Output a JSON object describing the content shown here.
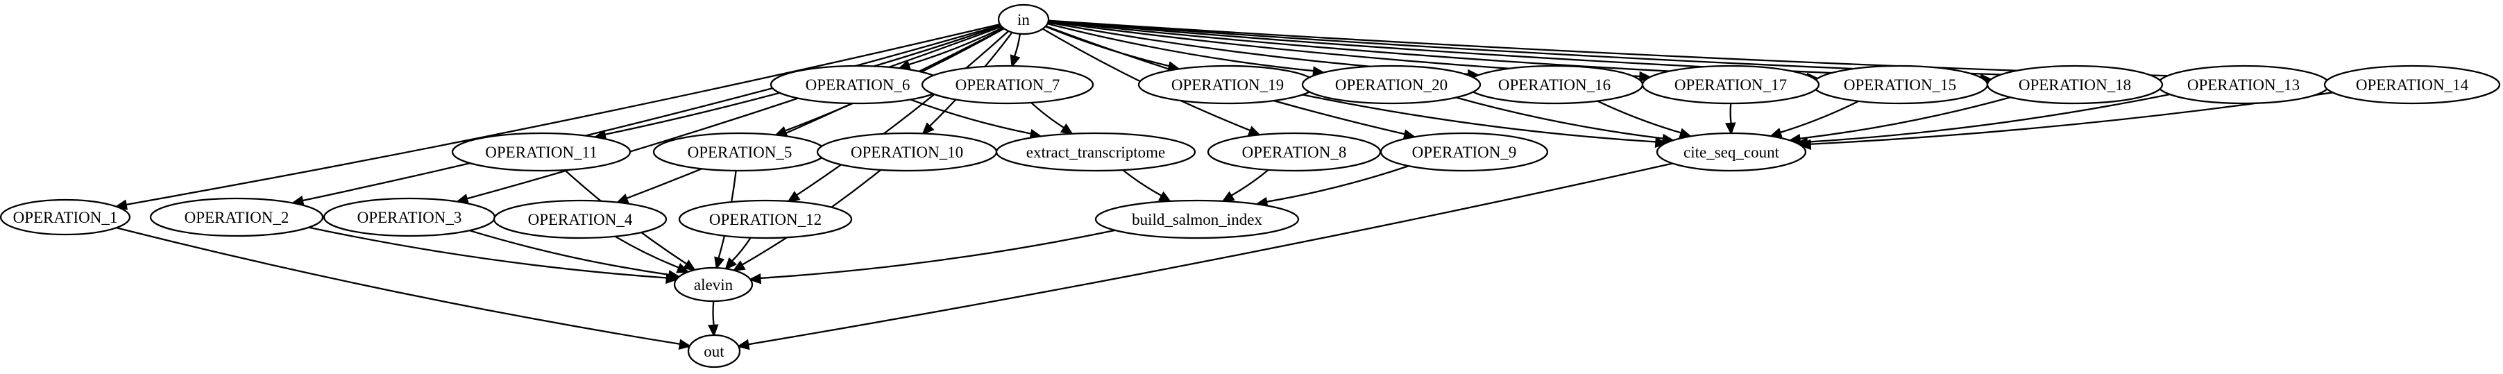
{
  "diagram": {
    "nodes": [
      {
        "id": "in",
        "label": "in"
      },
      {
        "id": "op1",
        "label": "OPERATION_1"
      },
      {
        "id": "op2",
        "label": "OPERATION_2"
      },
      {
        "id": "op3",
        "label": "OPERATION_3"
      },
      {
        "id": "op4",
        "label": "OPERATION_4"
      },
      {
        "id": "op5",
        "label": "OPERATION_5"
      },
      {
        "id": "op6",
        "label": "OPERATION_6"
      },
      {
        "id": "op7",
        "label": "OPERATION_7"
      },
      {
        "id": "op8",
        "label": "OPERATION_8"
      },
      {
        "id": "op9",
        "label": "OPERATION_9"
      },
      {
        "id": "op10",
        "label": "OPERATION_10"
      },
      {
        "id": "op11",
        "label": "OPERATION_11"
      },
      {
        "id": "op12",
        "label": "OPERATION_12"
      },
      {
        "id": "op13",
        "label": "OPERATION_13"
      },
      {
        "id": "op14",
        "label": "OPERATION_14"
      },
      {
        "id": "op15",
        "label": "OPERATION_15"
      },
      {
        "id": "op16",
        "label": "OPERATION_16"
      },
      {
        "id": "op17",
        "label": "OPERATION_17"
      },
      {
        "id": "op18",
        "label": "OPERATION_18"
      },
      {
        "id": "op19",
        "label": "OPERATION_19"
      },
      {
        "id": "op20",
        "label": "OPERATION_20"
      },
      {
        "id": "extract_transcriptome",
        "label": "extract_transcriptome"
      },
      {
        "id": "build_salmon_index",
        "label": "build_salmon_index"
      },
      {
        "id": "cite_seq_count",
        "label": "cite_seq_count"
      },
      {
        "id": "alevin",
        "label": "alevin"
      },
      {
        "id": "out",
        "label": "out"
      }
    ],
    "edges": [
      {
        "from": "in",
        "to": "op1"
      },
      {
        "from": "in",
        "to": "op2"
      },
      {
        "from": "in",
        "to": "op3"
      },
      {
        "from": "in",
        "to": "op4"
      },
      {
        "from": "in",
        "to": "op11"
      },
      {
        "from": "in",
        "to": "op12"
      },
      {
        "from": "in",
        "to": "op5"
      },
      {
        "from": "in",
        "to": "op10"
      },
      {
        "from": "in",
        "to": "op6"
      },
      {
        "from": "in",
        "to": "op7"
      },
      {
        "from": "in",
        "to": "op8"
      },
      {
        "from": "in",
        "to": "op9"
      },
      {
        "from": "in",
        "to": "op19"
      },
      {
        "from": "in",
        "to": "op20"
      },
      {
        "from": "in",
        "to": "op16"
      },
      {
        "from": "in",
        "to": "op17"
      },
      {
        "from": "in",
        "to": "op15"
      },
      {
        "from": "in",
        "to": "op18"
      },
      {
        "from": "in",
        "to": "op13"
      },
      {
        "from": "in",
        "to": "op14"
      },
      {
        "from": "op6",
        "to": "extract_transcriptome"
      },
      {
        "from": "op7",
        "to": "extract_transcriptome"
      },
      {
        "from": "extract_transcriptome",
        "to": "build_salmon_index"
      },
      {
        "from": "op8",
        "to": "build_salmon_index"
      },
      {
        "from": "op9",
        "to": "build_salmon_index"
      },
      {
        "from": "op19",
        "to": "cite_seq_count"
      },
      {
        "from": "op20",
        "to": "cite_seq_count"
      },
      {
        "from": "op16",
        "to": "cite_seq_count"
      },
      {
        "from": "op17",
        "to": "cite_seq_count"
      },
      {
        "from": "op15",
        "to": "cite_seq_count"
      },
      {
        "from": "op18",
        "to": "cite_seq_count"
      },
      {
        "from": "op13",
        "to": "cite_seq_count"
      },
      {
        "from": "op14",
        "to": "cite_seq_count"
      },
      {
        "from": "op2",
        "to": "alevin"
      },
      {
        "from": "op3",
        "to": "alevin"
      },
      {
        "from": "op4",
        "to": "alevin"
      },
      {
        "from": "op11",
        "to": "alevin"
      },
      {
        "from": "op12",
        "to": "alevin"
      },
      {
        "from": "op5",
        "to": "alevin"
      },
      {
        "from": "op10",
        "to": "alevin"
      },
      {
        "from": "build_salmon_index",
        "to": "alevin"
      },
      {
        "from": "op1",
        "to": "out"
      },
      {
        "from": "alevin",
        "to": "out"
      },
      {
        "from": "cite_seq_count",
        "to": "out"
      }
    ]
  }
}
